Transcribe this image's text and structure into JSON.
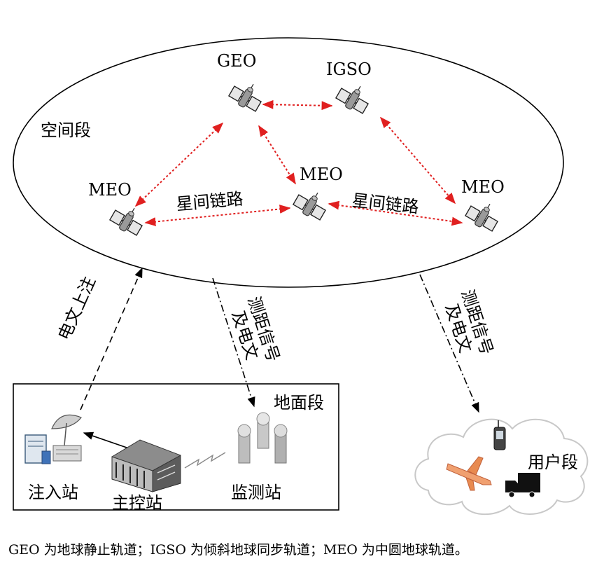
{
  "segments": {
    "space": "空间段",
    "ground": "地面段",
    "user": "用户段"
  },
  "satellites": {
    "geo": "GEO",
    "igso": "IGSO",
    "meo_left": "MEO",
    "meo_center": "MEO",
    "meo_right": "MEO"
  },
  "links": {
    "isl_left": "星间链路",
    "isl_right": "星间链路",
    "uplink": "电文上注",
    "ranging_monitor": [
      "测距信号",
      "及电文"
    ],
    "ranging_user": [
      "测距信号",
      "及电文"
    ]
  },
  "stations": {
    "injection": "注入站",
    "master": "主控站",
    "monitor": "监测站"
  },
  "caption": "GEO 为地球静止轨道；IGSO 为倾斜地球同步轨道；MEO 为中圆地球轨道。",
  "colors": {
    "isl": "#e02020",
    "line": "#000000",
    "satellite_body": "#9a9a9a",
    "cloud_stroke": "#c8c8c8"
  }
}
